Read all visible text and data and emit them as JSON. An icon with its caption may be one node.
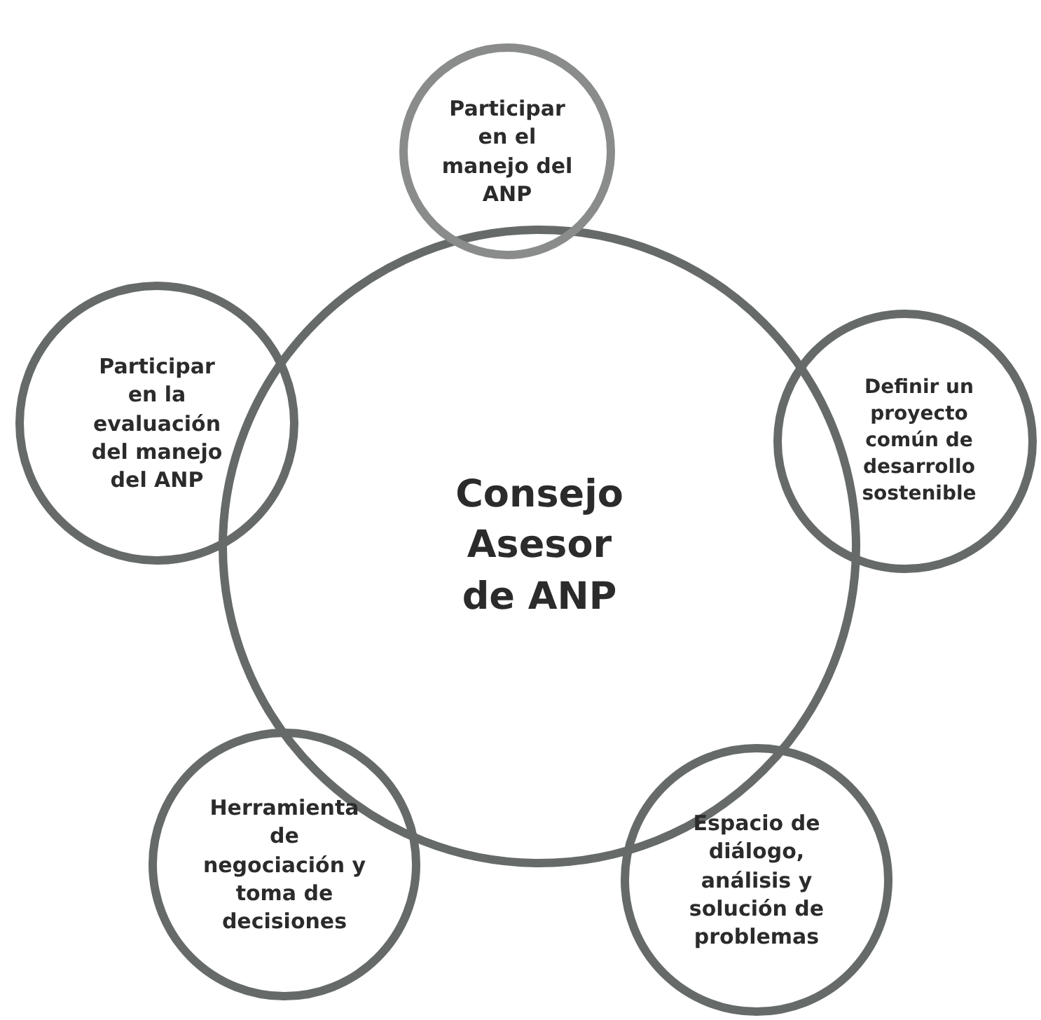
{
  "diagram": {
    "nodes": [
      {
        "text": [
          "Consejo Asesor de ANP"
        ]
      },
      {
        "text": [
          "Participar en el manejo del ANP"
        ]
      },
      {
        "text": [
          "Definir un proyecto común de desarrollo sostenible"
        ]
      },
      {
        "text": [
          "Espacio de diálogo, análisis y solución de problemas"
        ]
      },
      {
        "text": [
          "Herramienta de negociación y toma de decisiones"
        ]
      },
      {
        "text": [
          "Participar en la evaluación del manejo del ANP"
        ]
      }
    ],
    "edges": []
  }
}
